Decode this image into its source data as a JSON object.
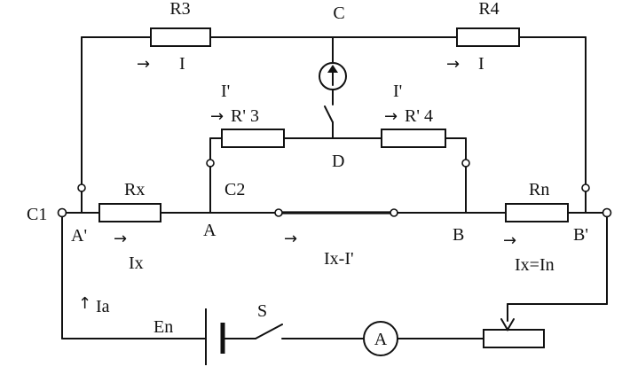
{
  "labels": {
    "r3": "R3",
    "r4": "R4",
    "c": "C",
    "i_left": "I",
    "i_right": "I",
    "iprime_left": "I'",
    "iprime_right": "I'",
    "rp3": "R' 3",
    "rp4": "R' 4",
    "d": "D",
    "rx": "Rx",
    "c2": "C2",
    "rn": "Rn",
    "c1": "C1",
    "a_prime": "A'",
    "a": "A",
    "b": "B",
    "b_prime": "B'",
    "ix": "Ix",
    "ix_minus_iprime": "Ix-I'",
    "ix_eq_in": "Ix=In",
    "ia": "Ia",
    "en": "En",
    "s": "S",
    "ammeter": "A"
  },
  "arrows": {
    "right": "→",
    "up": "↑"
  }
}
